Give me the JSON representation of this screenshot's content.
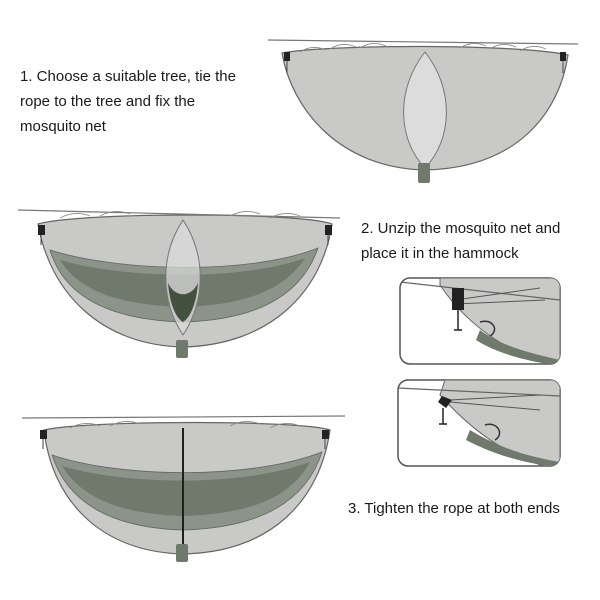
{
  "steps": [
    {
      "number": 1,
      "text": "1. Choose a suitable tree, tie the\nrope to the tree and fix the\nmosquito net"
    },
    {
      "number": 2,
      "text": "2. Unzip the mosquito net and\nplace it in the hammock"
    },
    {
      "number": 3,
      "text": "3. Tighten the rope at both ends"
    }
  ],
  "colors": {
    "net_fill": "#c9cac8",
    "net_stroke": "#666666",
    "hammock_dark": "#6f7a6c",
    "hammock_mid": "#8c9489",
    "zipper_open": "#dcdcdc",
    "hook_dark": "#222222",
    "detail_frame": "#555555"
  },
  "illustrations": [
    "net-only-illustration",
    "net-open-with-hammock-illustration",
    "tightened-net-with-hammock-illustration",
    "detail-closeup-rope-tie",
    "detail-closeup-rope-tension"
  ]
}
